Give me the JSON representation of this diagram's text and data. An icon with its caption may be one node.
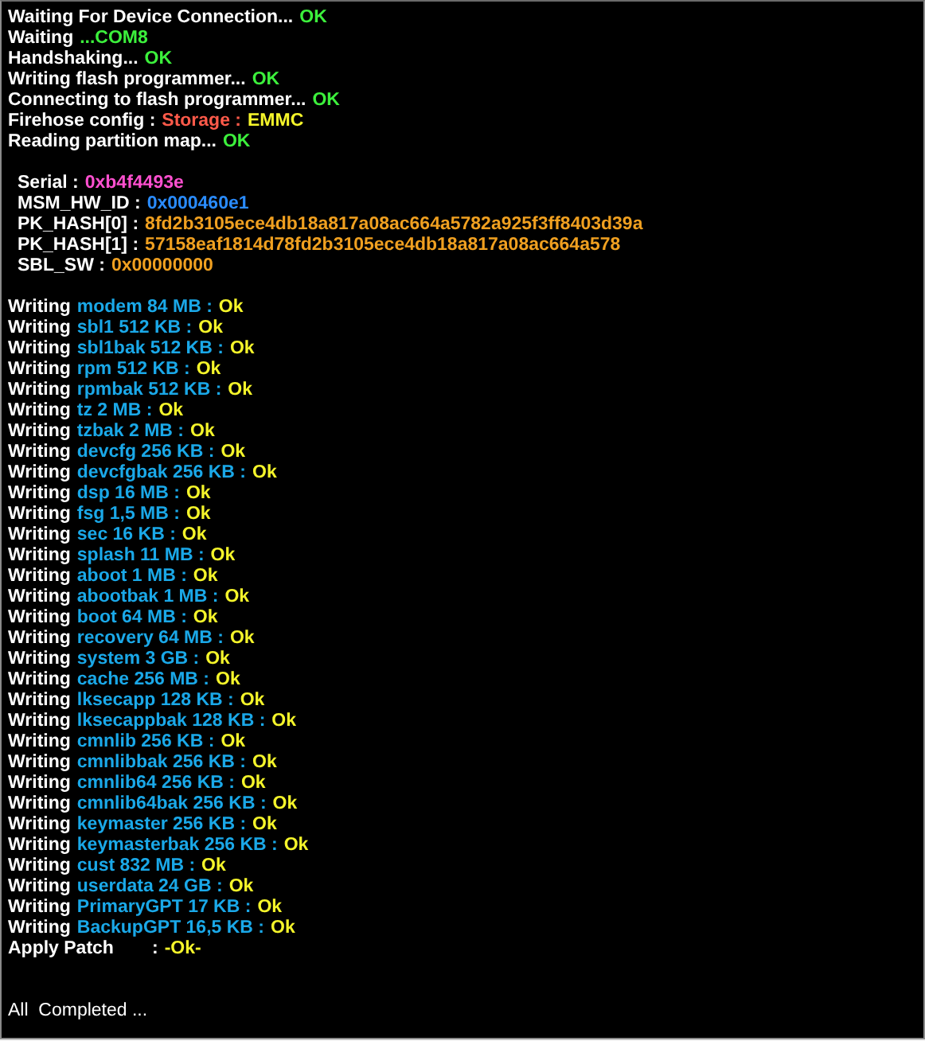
{
  "diagram": {
    "labels": [
      "Waiting For Device Connection...",
      "OK",
      "Waiting",
      "...COM8",
      "Handshaking...",
      "OK",
      "Writing flash programmer...",
      "OK",
      "Connecting to flash programmer...",
      "OK",
      "Firehose config :",
      "Storage :",
      "EMMC",
      "Reading partition map...",
      "OK",
      "Serial :",
      "0xb4f4493e",
      "MSM_HW_ID :",
      "0x000460e1",
      "PK_HASH[0] :",
      "8fd2b3105ece4db18a817a08ac664a5782a925f3ff8403d39a",
      "PK_HASH[1] :",
      "57158eaf1814d78fd2b3105ece4db18a817a08ac664a578",
      "SBL_SW :",
      "0x00000000",
      "Writing",
      "modem 84 MB :",
      "Ok",
      "Writing",
      "sbl1 512 KB :",
      "Ok",
      "Writing",
      "sbl1bak 512 KB :",
      "Ok",
      "Writing",
      "rpm 512 KB :",
      "Ok",
      "Writing",
      "rpmbak 512 KB :",
      "Ok",
      "Writing",
      "tz 2 MB :",
      "Ok",
      "Writing",
      "tzbak 2 MB :",
      "Ok",
      "Writing",
      "devcfg 256 KB :",
      "Ok",
      "Writing",
      "devcfgbak 256 KB :",
      "Ok",
      "Writing",
      "dsp 16 MB :",
      "Ok",
      "Writing",
      "fsg 1,5 MB :",
      "Ok",
      "Writing",
      "sec 16 KB :",
      "Ok",
      "Writing",
      "splash 11 MB :",
      "Ok",
      "Writing",
      "aboot 1 MB :",
      "Ok",
      "Writing",
      "abootbak 1 MB :",
      "Ok",
      "Writing",
      "boot 64 MB :",
      "Ok",
      "Writing",
      "recovery 64 MB :",
      "Ok",
      "Writing",
      "system 3 GB :",
      "Ok",
      "Writing",
      "cache 256 MB :",
      "Ok",
      "Writing",
      "lksecapp 128 KB :",
      "Ok",
      "Writing",
      "lksecappbak 128 KB :",
      "Ok",
      "Writing",
      "cmnlib 256 KB :",
      "Ok",
      "Writing",
      "cmnlibbak 256 KB :",
      "Ok",
      "Writing",
      "cmnlib64 256 KB :",
      "Ok",
      "Writing",
      "cmnlib64bak 256 KB :",
      "Ok",
      "Writing",
      "keymaster 256 KB :",
      "Ok",
      "Writing",
      "keymasterbak 256 KB :",
      "Ok",
      "Writing",
      "cust 832 MB :",
      "Ok",
      "Writing",
      "userdata 24 GB :",
      "Ok",
      "Writing",
      "PrimaryGPT 17 KB :",
      "Ok",
      "Writing",
      "BackupGPT 16,5 KB :",
      "Ok",
      "Apply Patch",
      ":",
      "-Ok-",
      "All  Completed ..."
    ]
  }
}
